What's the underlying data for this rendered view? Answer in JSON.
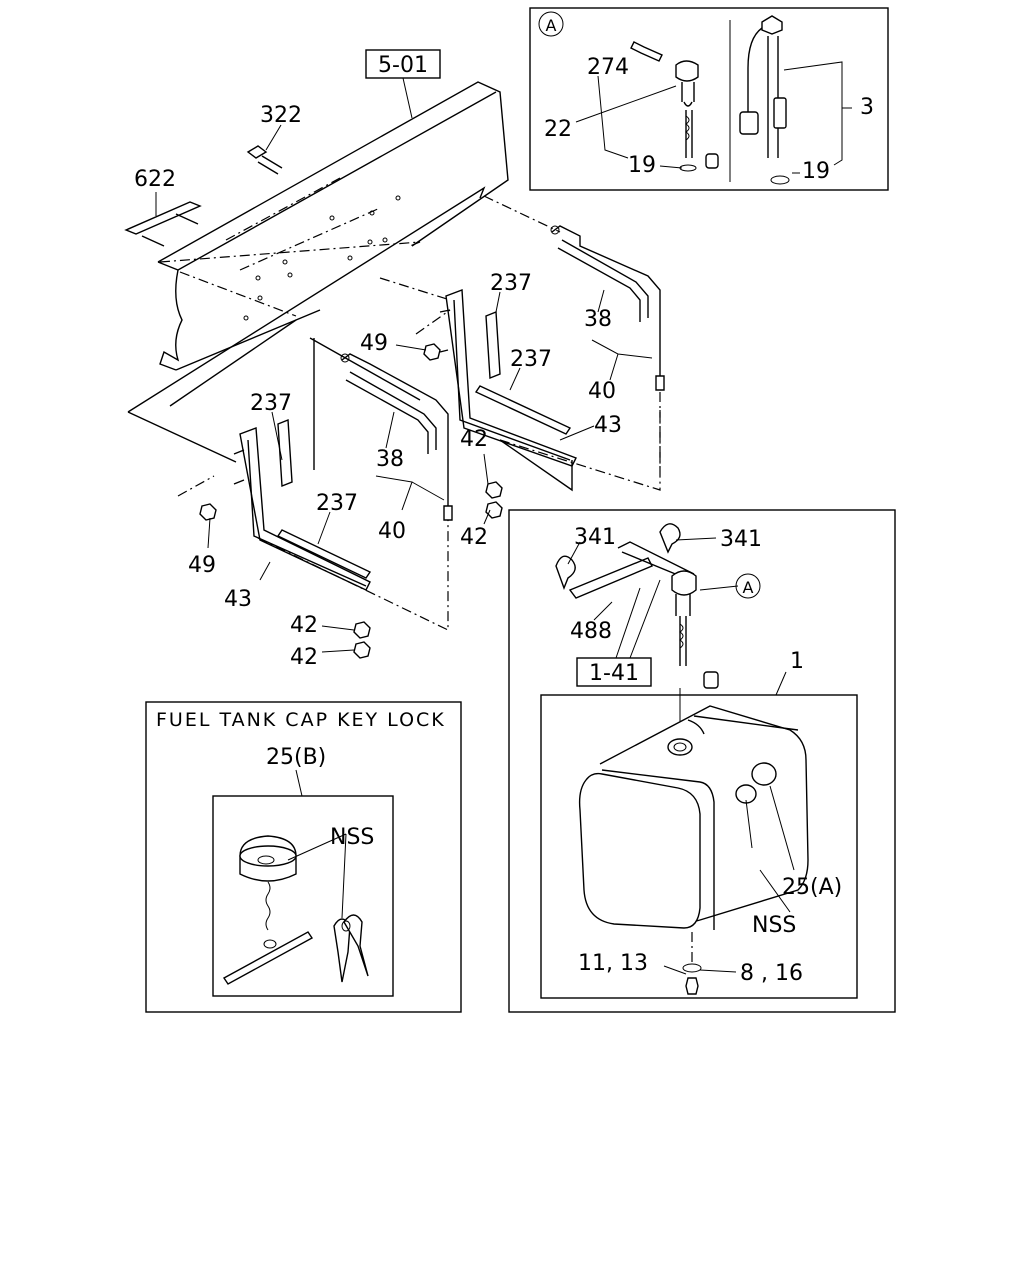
{
  "labels": {
    "ref_5_01": "5-01",
    "p322": "322",
    "p622": "622",
    "p49a": "49",
    "p49b": "49",
    "p237a": "237",
    "p237b": "237",
    "p237c": "237",
    "p237d": "237",
    "p38a": "38",
    "p38b": "38",
    "p40a": "40",
    "p40b": "40",
    "p43a": "43",
    "p43b": "43",
    "p42a": "42",
    "p42b": "42",
    "p42c": "42",
    "p42d": "42",
    "inset_a_marker": "A",
    "p274": "274",
    "p22": "22",
    "p19a": "19",
    "p19b": "19",
    "p3": "3",
    "p341a": "341",
    "p341b": "341",
    "tank_a_marker": "A",
    "p488": "488",
    "ref_1_41": "1-41",
    "p1": "1",
    "p25a": "25(A)",
    "nss_tank": "NSS",
    "p11_13": "11, 13",
    "p8_16": "8 , 16",
    "keylock_title": "FUEL TANK CAP KEY LOCK",
    "p25b": "25(B)",
    "nss_key": "NSS"
  }
}
